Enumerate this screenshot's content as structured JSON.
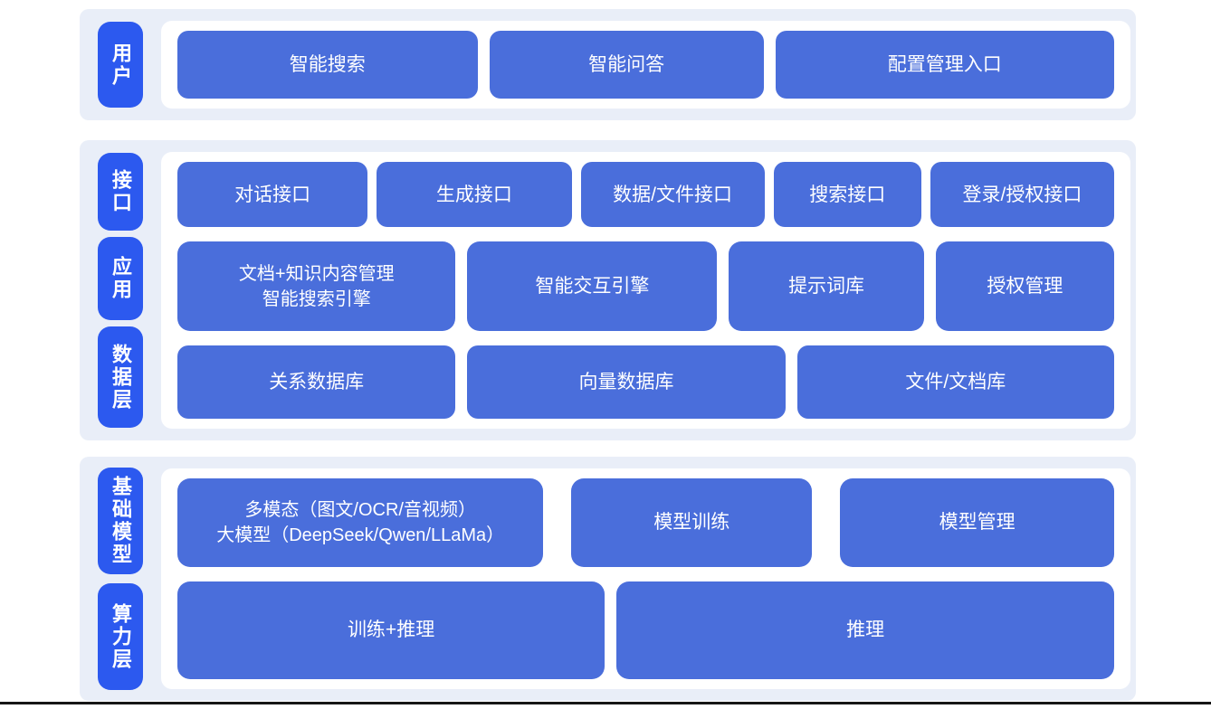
{
  "diagram": {
    "type": "layered-architecture",
    "colors": {
      "page_bg": "#ffffff",
      "section_bg": "#e9eef8",
      "panel_bg": "#ffffff",
      "layer_tab_bg": "#2c59ef",
      "node_bg": "#4a6edb",
      "text": "#ffffff",
      "bottom_rule": "#161616"
    },
    "sections": [
      {
        "id": "user-layer",
        "tabs": [
          {
            "label": "用户"
          }
        ],
        "rows": [
          {
            "buttons": [
              {
                "label": "智能搜索"
              },
              {
                "label": "智能问答"
              },
              {
                "label": "配置管理入口"
              }
            ]
          }
        ]
      },
      {
        "id": "interface-application-data",
        "tabs": [
          {
            "label": "接口"
          },
          {
            "label": "应用"
          },
          {
            "label": "数据层"
          }
        ],
        "rows": [
          {
            "buttons": [
              {
                "label": "对话接口"
              },
              {
                "label": "生成接口"
              },
              {
                "label": "数据/文件接口"
              },
              {
                "label": "搜索接口"
              },
              {
                "label": "登录/授权接口"
              }
            ]
          },
          {
            "buttons": [
              {
                "label": "文档+知识内容管理\n智能搜索引擎"
              },
              {
                "label": "智能交互引擎"
              },
              {
                "label": "提示词库"
              },
              {
                "label": "授权管理"
              }
            ]
          },
          {
            "buttons": [
              {
                "label": "关系数据库"
              },
              {
                "label": "向量数据库"
              },
              {
                "label": "文件/文档库"
              }
            ]
          }
        ]
      },
      {
        "id": "foundation-model-compute",
        "tabs": [
          {
            "label": "基础模型"
          },
          {
            "label": "算力层"
          }
        ],
        "rows": [
          {
            "buttons": [
              {
                "label": "多模态（图文/OCR/音视频）\n大模型（DeepSeek/Qwen/LLaMa）"
              },
              {
                "label": "模型训练"
              },
              {
                "label": "模型管理"
              }
            ]
          },
          {
            "buttons": [
              {
                "label": "训练+推理"
              },
              {
                "label": "推理"
              }
            ]
          }
        ]
      }
    ]
  }
}
